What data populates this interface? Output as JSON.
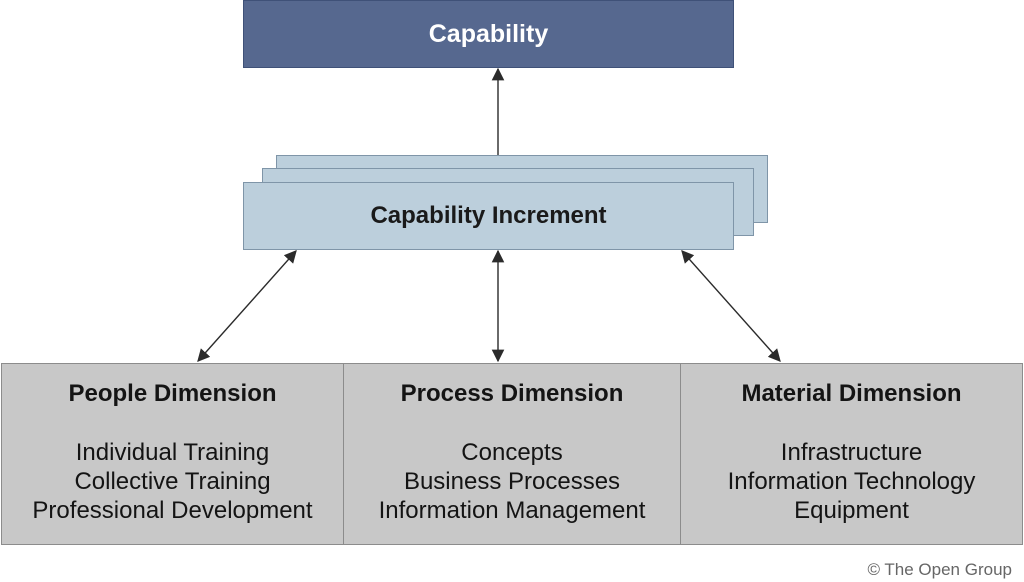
{
  "capability": {
    "label": "Capability"
  },
  "increment": {
    "label": "Capability Increment"
  },
  "dimensions": [
    {
      "title": "People Dimension",
      "items": [
        "Individual Training",
        "Collective Training",
        "Professional Development"
      ]
    },
    {
      "title": "Process Dimension",
      "items": [
        "Concepts",
        "Business Processes",
        "Information Management"
      ]
    },
    {
      "title": "Material Dimension",
      "items": [
        "Infrastructure",
        "Information Technology",
        "Equipment"
      ]
    }
  ],
  "copyright": "© The Open Group",
  "colors": {
    "capability_fill": "#56688f",
    "increment_fill": "#bccfdc",
    "dimension_fill": "#c8c8c8",
    "arrow": "#2b2b2b"
  }
}
